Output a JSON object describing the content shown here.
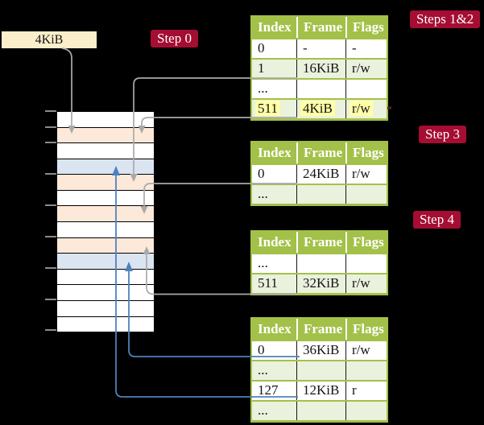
{
  "register": {
    "label": "4KiB"
  },
  "steps": {
    "step0": "Step 0",
    "steps12": "Steps 1&2",
    "step3": "Step 3",
    "step4": "Step 4"
  },
  "memory_rows": [
    {
      "kind": "frame-free"
    },
    {
      "kind": "page-table"
    },
    {
      "kind": "frame-free"
    },
    {
      "kind": "mapped-page"
    },
    {
      "kind": "page-table"
    },
    {
      "kind": "frame-free"
    },
    {
      "kind": "page-table"
    },
    {
      "kind": "frame-free"
    },
    {
      "kind": "page-table"
    },
    {
      "kind": "mapped-page"
    },
    {
      "kind": "frame-free"
    },
    {
      "kind": "frame-free"
    },
    {
      "kind": "frame-free"
    },
    {
      "kind": "frame-free"
    }
  ],
  "page_tables": [
    {
      "step": "Steps 1&2",
      "headers": [
        "Index",
        "Frame",
        "Flags"
      ],
      "rows": [
        {
          "index": "0",
          "frame": "-",
          "flags": "-",
          "row_class": "plain"
        },
        {
          "index": "1",
          "frame": "16KiB",
          "flags": "r/w",
          "row_class": "shaded"
        },
        {
          "index": "...",
          "frame": "",
          "flags": "",
          "row_class": "plain"
        },
        {
          "index": "511",
          "frame": "4KiB",
          "flags": "r/w",
          "row_class": "shaded highlighted"
        }
      ]
    },
    {
      "step": "Step 3",
      "headers": [
        "Index",
        "Frame",
        "Flags"
      ],
      "rows": [
        {
          "index": "0",
          "frame": "24KiB",
          "flags": "r/w",
          "row_class": "plain"
        },
        {
          "index": "...",
          "frame": "",
          "flags": "",
          "row_class": "shaded"
        }
      ]
    },
    {
      "step": "Step 4",
      "headers": [
        "Index",
        "Frame",
        "Flags"
      ],
      "rows": [
        {
          "index": "...",
          "frame": "",
          "flags": "",
          "row_class": "plain"
        },
        {
          "index": "511",
          "frame": "32KiB",
          "flags": "r/w",
          "row_class": "shaded"
        }
      ]
    },
    {
      "step": "",
      "headers": [
        "Index",
        "Frame",
        "Flags"
      ],
      "rows": [
        {
          "index": "0",
          "frame": "36KiB",
          "flags": "r/w",
          "row_class": "plain"
        },
        {
          "index": "...",
          "frame": "",
          "flags": "",
          "row_class": "shaded"
        },
        {
          "index": "127",
          "frame": "12KiB",
          "flags": "r",
          "row_class": "plain"
        },
        {
          "index": "...",
          "frame": "",
          "flags": "",
          "row_class": "shaded"
        }
      ]
    }
  ],
  "colors": {
    "accent_red": "#a50d33",
    "table_header_green": "#a3c149",
    "table_shade_green": "#eaf1dd",
    "frame_page_table_peach": "#fde9d9",
    "frame_mapped_page_blue": "#dbe5f1",
    "highlight_yellow": "#ffffa6",
    "register_box_cream": "#fbeecb",
    "arrow_gray": "#a9a9a9",
    "arrow_blue": "#4f81bd"
  }
}
